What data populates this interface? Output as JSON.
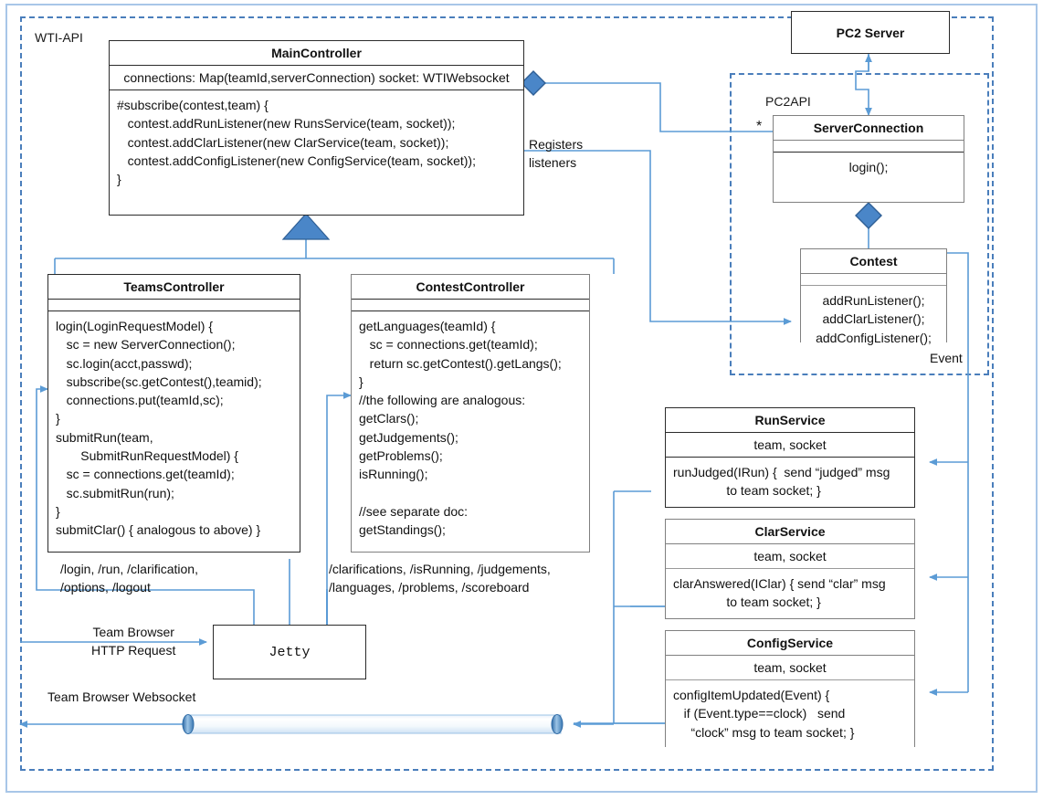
{
  "diagram": {
    "title": "WTI-API architecture class diagram",
    "packages": [
      {
        "name": "wti-api",
        "label": "WTI-API"
      },
      {
        "name": "pc2api",
        "label": "PC2API"
      }
    ],
    "colors": {
      "connector": "#5b9bd5",
      "diamond_fill": "#4a86c8",
      "diamond_stroke": "#2f5f95",
      "triangle_fill": "#4a86c8",
      "package_border": "#4a7ebb",
      "page_border": "#a8c6e8",
      "box_border": "#2b2b2b"
    },
    "classes": {
      "main_controller": {
        "title": "MainController",
        "attributes": "connections: Map(teamId,serverConnection)\nsocket: WTIWebsocket",
        "operations": "#subscribe(contest,team) {\n   contest.addRunListener(new RunsService(team, socket));\n   contest.addClarListener(new ClarService(team, socket));\n   contest.addConfigListener(new ConfigService(team, socket));\n}"
      },
      "teams_controller": {
        "title": "TeamsController",
        "attributes": "",
        "operations": "login(LoginRequestModel) {\n   sc = new ServerConnection();\n   sc.login(acct,passwd);\n   subscribe(sc.getContest(),teamid);\n   connections.put(teamId,sc);\n}\nsubmitRun(team,\n       SubmitRunRequestModel) {\n   sc = connections.get(teamId);\n   sc.submitRun(run);\n}\nsubmitClar() { analogous to above) }"
      },
      "contest_controller": {
        "title": "ContestController",
        "attributes": "",
        "operations": "getLanguages(teamId) {\n   sc = connections.get(teamId);\n   return sc.getContest().getLangs();\n}\n//the following are analogous:\ngetClars();\ngetJudgements();\ngetProblems();\nisRunning();\n\n//see separate doc:\ngetStandings();"
      },
      "pc2_server": {
        "title": "PC2 Server"
      },
      "server_connection": {
        "title": "ServerConnection",
        "attributes": "",
        "operations": "login();"
      },
      "contest": {
        "title": "Contest",
        "attributes": "",
        "operations": "addRunListener();\naddClarListener();\naddConfigListener();"
      },
      "run_service": {
        "title": "RunService",
        "attributes": "team, socket",
        "operations": "runJudged(IRun) {  send “judged” msg\n               to team socket; }"
      },
      "clar_service": {
        "title": "ClarService",
        "attributes": "team, socket",
        "operations": "clarAnswered(IClar) { send “clar” msg\n               to team socket; }"
      },
      "config_service": {
        "title": "ConfigService",
        "attributes": "team, socket",
        "operations": "configItemUpdated(Event) {\n   if (Event.type==clock)   send\n     “clock” msg to team socket; }"
      },
      "jetty": {
        "title": "Jetty"
      }
    },
    "annotations": {
      "registers_listeners": "Registers\nlisteners",
      "multiplicity_star": "*",
      "event": "Event",
      "teams_routes": "/login, /run, /clarification,\n/options, /logout",
      "contest_routes": "/clarifications, /isRunning, /judgements,\n/languages, /problems, /scoreboard",
      "team_browser_http": "Team Browser\nHTTP Request",
      "team_browser_websocket": "Team Browser Websocket"
    }
  }
}
